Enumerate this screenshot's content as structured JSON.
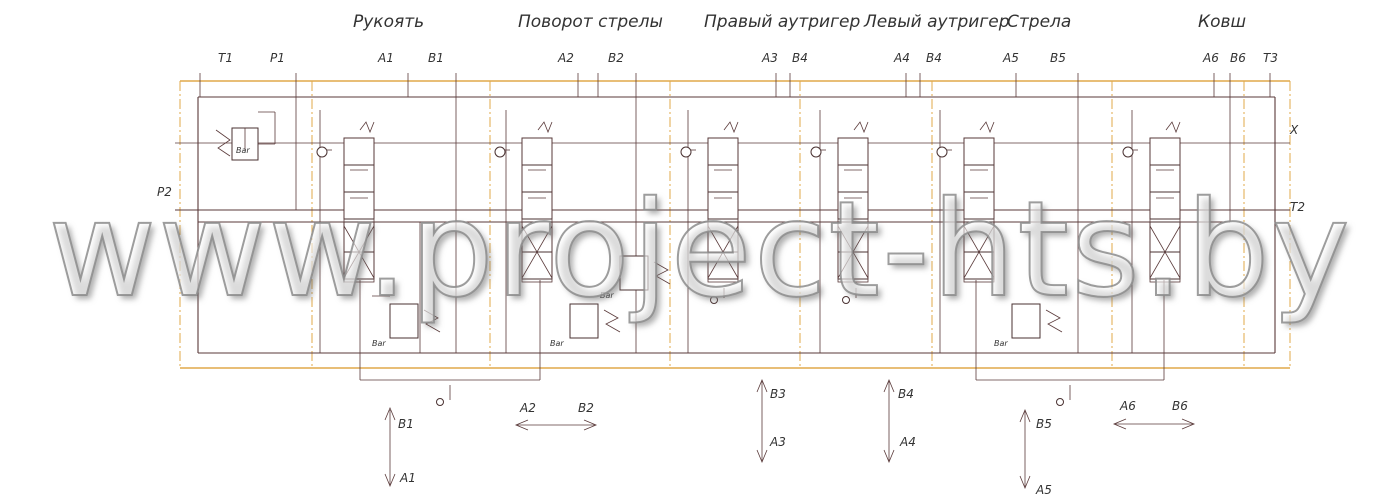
{
  "sections": [
    {
      "id": "rukoyat",
      "title": "Рукоять"
    },
    {
      "id": "povorot",
      "title": "Поворот стрелы"
    },
    {
      "id": "pravyi",
      "title": "Правый аутригер"
    },
    {
      "id": "levyi",
      "title": "Левый аутригер"
    },
    {
      "id": "strela",
      "title": "Стрела"
    },
    {
      "id": "kovsh",
      "title": "Ковш"
    }
  ],
  "ports": [
    "T1",
    "P1",
    "A1",
    "B1",
    "A2",
    "B2",
    "A3",
    "B4",
    "A4",
    "B4",
    "A5",
    "B5",
    "A6",
    "B6",
    "T3"
  ],
  "side_ports": {
    "left": "P2",
    "right_top": "X",
    "right": "T2"
  },
  "valve_labels": {
    "bar": "Bar"
  },
  "arrows": [
    {
      "up": "B1",
      "down": "A1"
    },
    {
      "left": "A2",
      "right": "B2"
    },
    {
      "up": "B3",
      "down": "A3"
    },
    {
      "up": "B4",
      "down": "A4"
    },
    {
      "up": "B5",
      "down": "A5"
    },
    {
      "left": "A6",
      "right": "B6"
    }
  ],
  "watermark": "www.project-hts.by"
}
